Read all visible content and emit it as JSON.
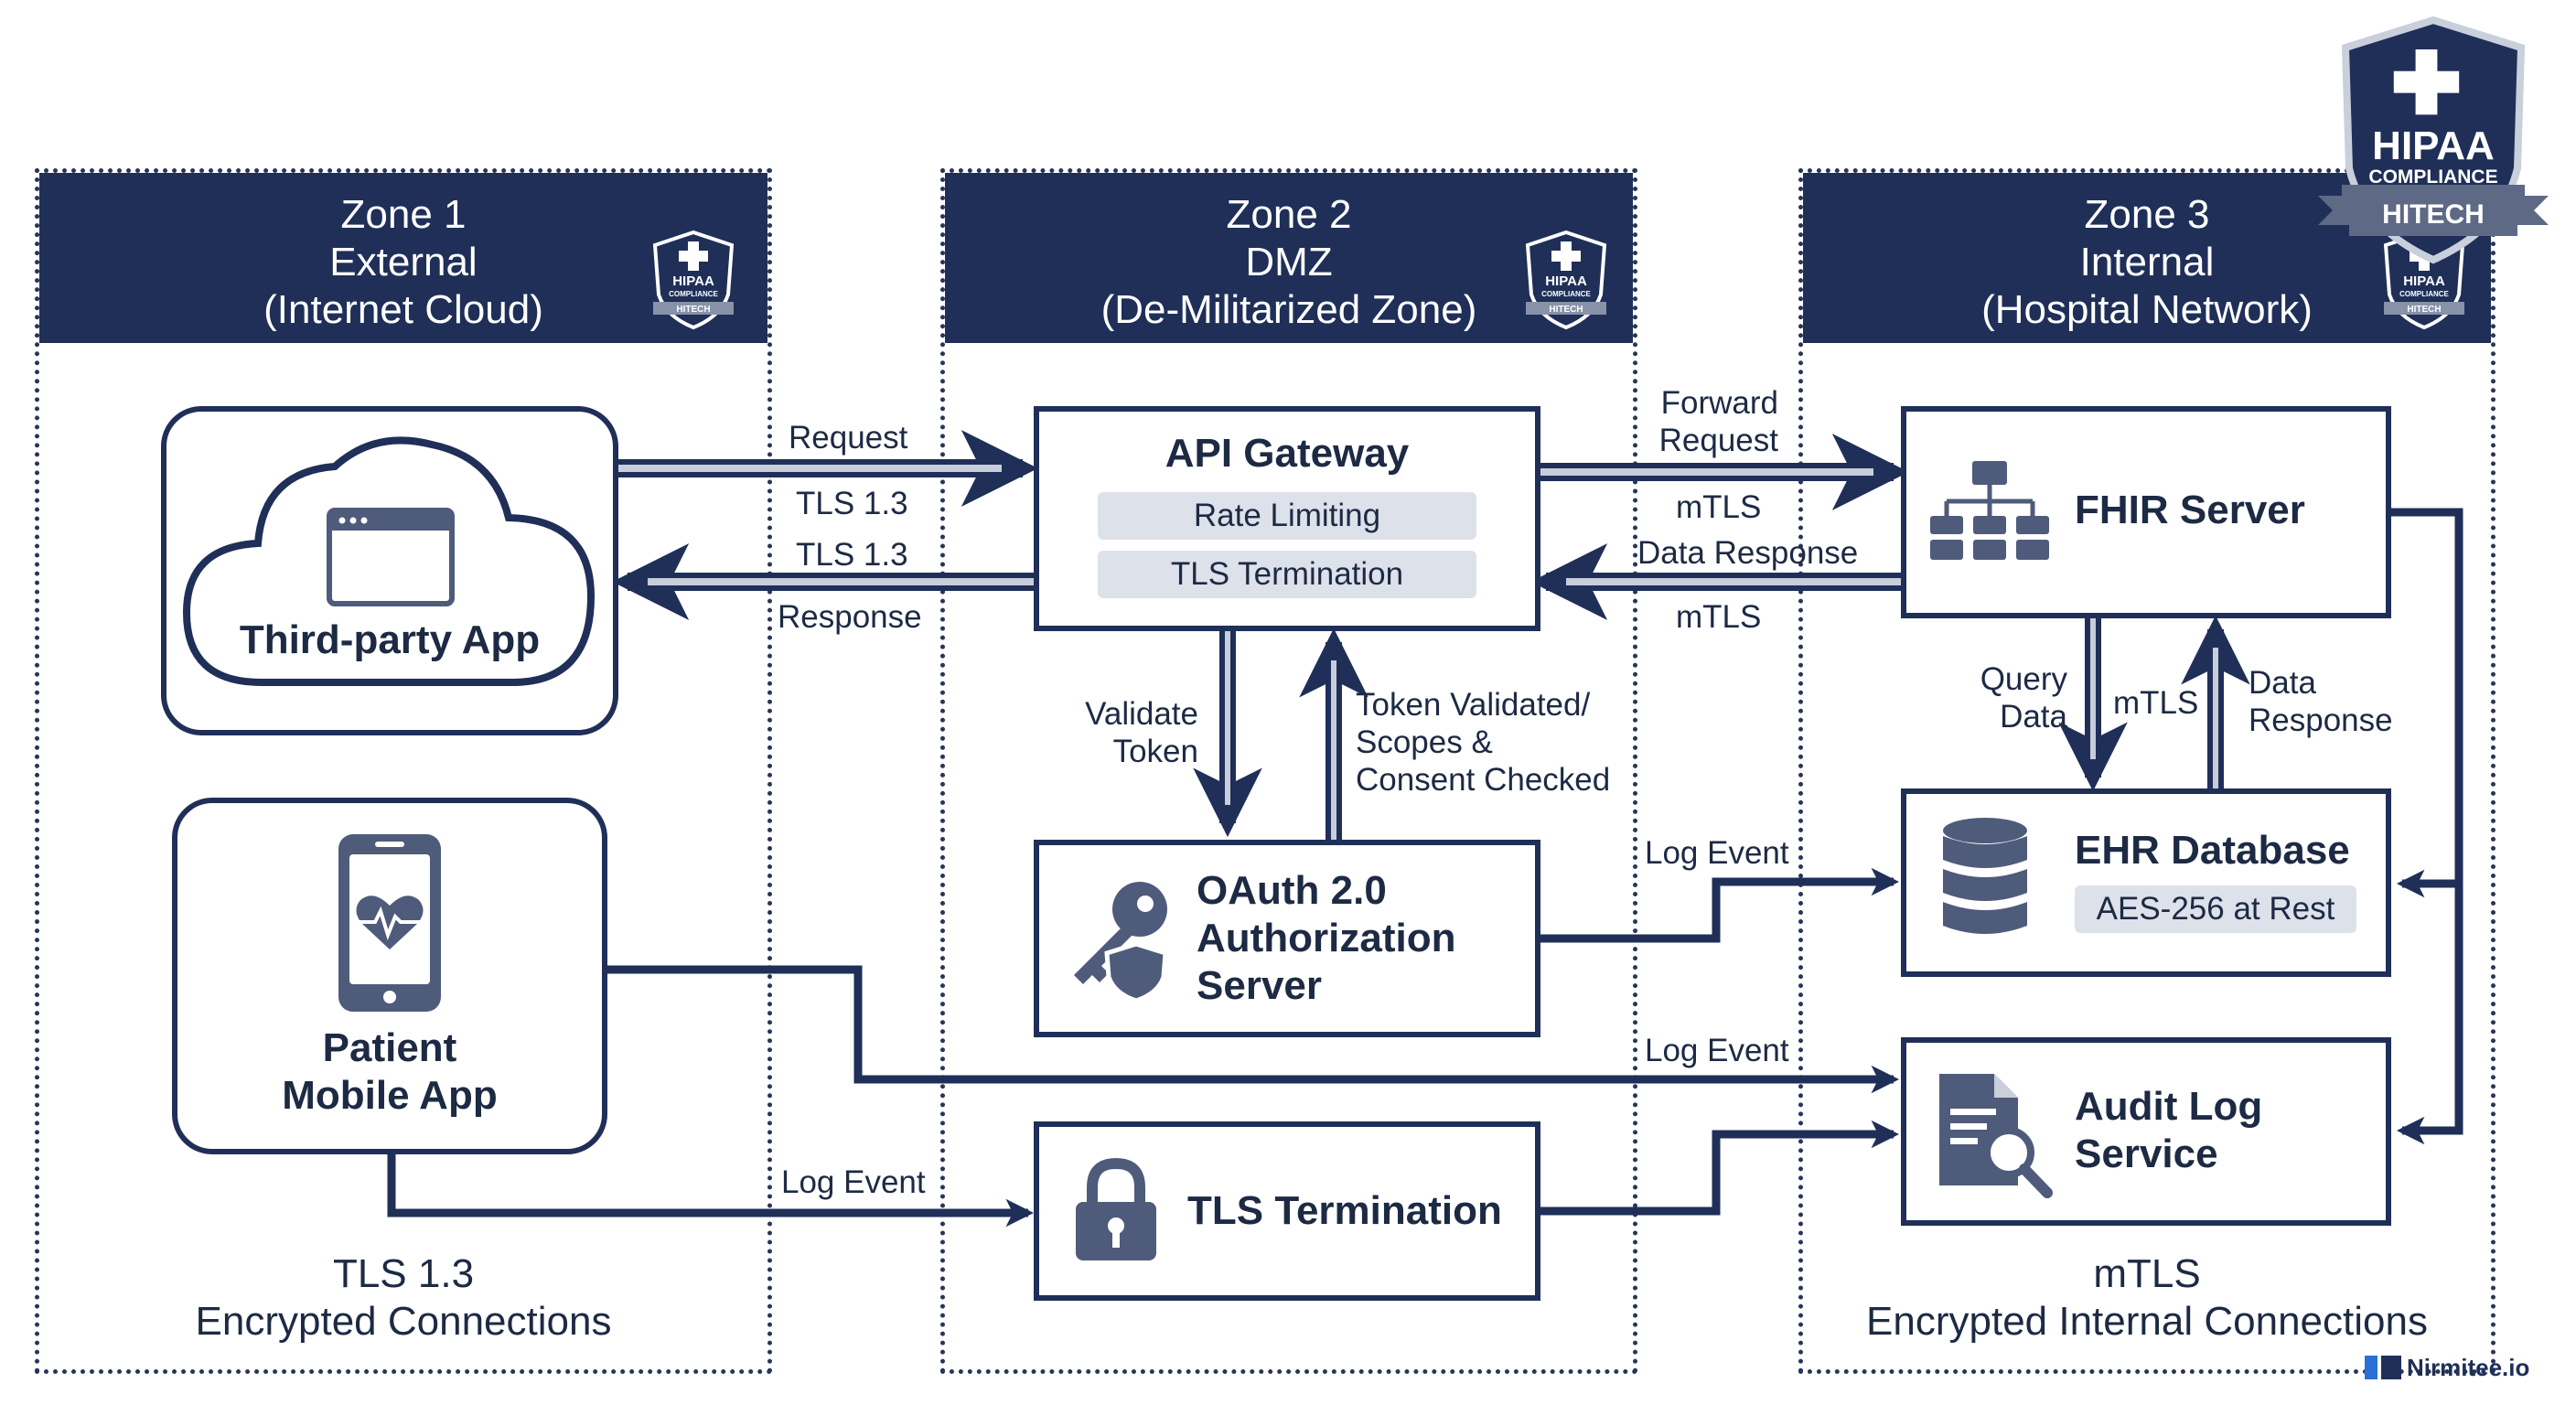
{
  "zones": [
    {
      "id": "zone1",
      "title": "Zone 1",
      "subtitle": "External",
      "desc": "(Internet Cloud)",
      "footer_1": "TLS 1.3",
      "footer_2": "Encrypted Connections"
    },
    {
      "id": "zone2",
      "title": "Zone 2",
      "subtitle": "DMZ",
      "desc": "(De-Militarized Zone)"
    },
    {
      "id": "zone3",
      "title": "Zone 3",
      "subtitle": "Internal",
      "desc": "(Hospital Network)",
      "footer_1": "mTLS",
      "footer_2": "Encrypted Internal Connections"
    }
  ],
  "badge": {
    "line1": "HIPAA",
    "line2": "COMPLIANCE",
    "ribbon": "HITECH"
  },
  "nodes": {
    "third_party_app": "Third-party App",
    "patient_app_1": "Patient",
    "patient_app_2": "Mobile App",
    "api_gateway": {
      "title": "API Gateway",
      "chips": [
        "Rate Limiting",
        "TLS Termination"
      ]
    },
    "oauth": [
      "OAuth 2.0",
      "Authorization",
      "Server"
    ],
    "tls_termination": "TLS Termination",
    "fhir_server": "FHIR Server",
    "ehr_database": {
      "title": "EHR Database",
      "chip": "AES-256 at Rest"
    },
    "audit_log": [
      "Audit Log",
      "Service"
    ]
  },
  "edges": {
    "request": "Request",
    "tls_1": "TLS 1.3",
    "tls_2": "TLS 1.3",
    "response": "Response",
    "forward_request": [
      "Forward",
      "Request"
    ],
    "mtls_1": "mTLS",
    "data_response": "Data Response",
    "mtls_2": "mTLS",
    "validate_token": [
      "Validate",
      "Token"
    ],
    "token_validated": [
      "Token Validated/",
      "Scopes &",
      "Consent Checked"
    ],
    "query_data": [
      "Query",
      "Data"
    ],
    "mtls_3": "mTLS",
    "data_response_2": [
      "Data",
      "Response"
    ],
    "log_event_1": "Log Event",
    "log_event_2": "Log Event",
    "log_event_3": "Log Event"
  },
  "brand": "Nirmitee.io",
  "colors": {
    "navy": "#1f2f58",
    "chip": "#dde1ea",
    "icon": "#4f5b7a",
    "wire": "#1f2f58"
  }
}
